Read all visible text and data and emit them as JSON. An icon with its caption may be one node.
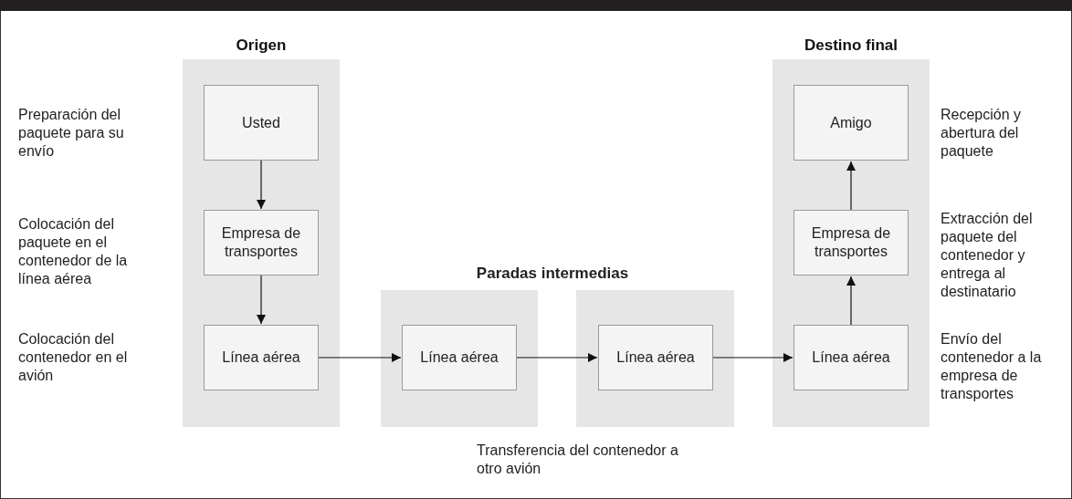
{
  "diagram": {
    "nodes": [
      {
        "text": [
          "Origen"
        ]
      },
      {
        "text": [
          "Usted"
        ],
        "in": 0
      },
      {
        "text": [
          "Empresa de transportes"
        ],
        "in": 0
      },
      {
        "text": [
          "Línea aérea"
        ],
        "in": 0
      },
      {
        "text": [],
        "shape": "box"
      },
      {
        "text": [
          "Línea aérea"
        ],
        "in": 4
      },
      {
        "text": [],
        "shape": "box"
      },
      {
        "text": [
          "Línea aérea"
        ],
        "in": 6
      },
      {
        "text": [
          "Destino final"
        ]
      },
      {
        "text": [
          "Amigo"
        ],
        "in": 8,
        "beside": [
          "Recepción y abertura del paquete"
        ]
      },
      {
        "text": [
          "Empresa de transportes"
        ],
        "in": 8,
        "beside": [
          "Extracción del paquete del contenedor y entrega al destinatario"
        ]
      },
      {
        "text": [
          "Línea aérea"
        ],
        "in": 8,
        "beside": [
          "Envío del contenedor a la empresa de transportes"
        ]
      }
    ],
    "edges": [
      {
        "from": 1,
        "to": 2,
        "arrow": "to"
      },
      {
        "from": 2,
        "to": 3,
        "arrow": "to"
      },
      {
        "from": 3,
        "to": 5,
        "arrow": "to"
      },
      {
        "from": 5,
        "to": 7,
        "arrow": "to"
      },
      {
        "from": 7,
        "to": 11,
        "arrow": "to"
      },
      {
        "from": 11,
        "to": 10,
        "arrow": "to"
      },
      {
        "from": 10,
        "to": 9,
        "arrow": "to"
      }
    ],
    "labels": [
      "Preparación del paquete para su envío",
      "Colocación del paquete en el contenedor de la línea aérea",
      "Colocación del contenedor en el avión",
      "Paradas intermedias",
      "Transferencia del contenedor a otro avión"
    ]
  }
}
